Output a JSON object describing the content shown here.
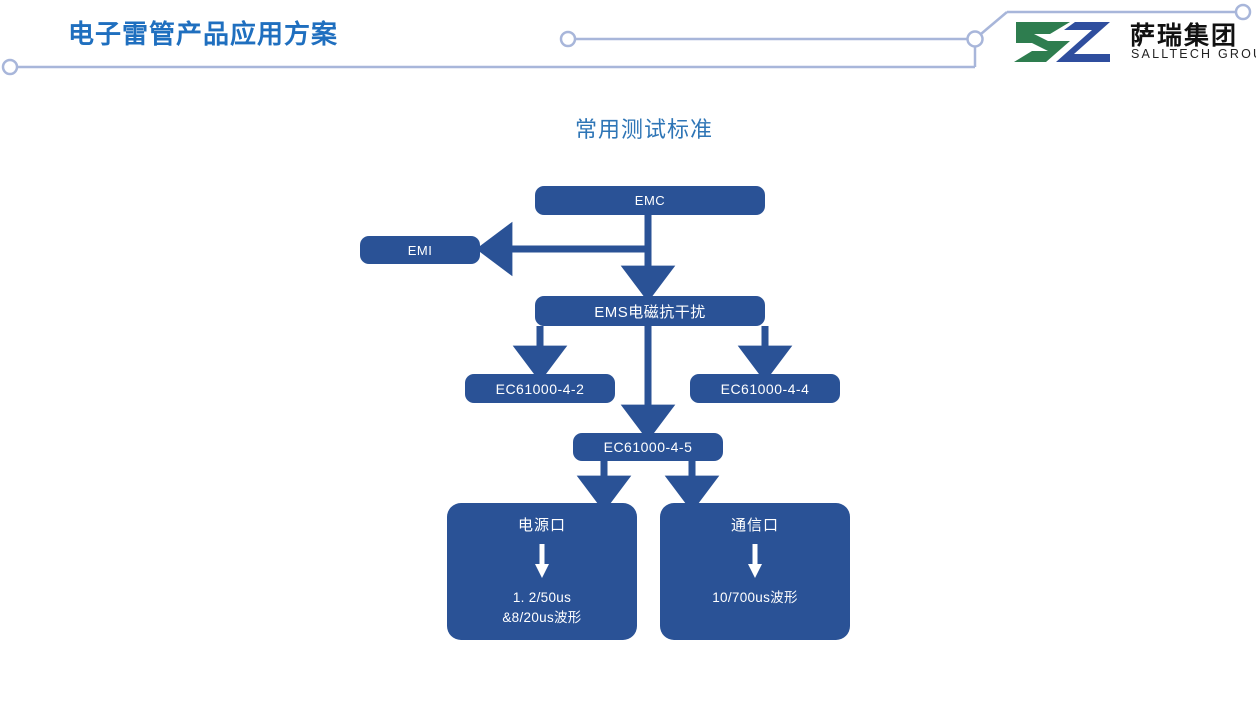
{
  "header": {
    "title": "电子雷管产品应用方案",
    "accent_color": "#1F6FBF",
    "deco_line_color": "#A8B6DA",
    "logo": {
      "name_cn": "萨瑞集团",
      "name_en": "SALLTECH GROUP",
      "mark_green": "#2E7D4F",
      "mark_blue": "#2F4E9E"
    }
  },
  "chart_data": {
    "type": "diagram",
    "title": "常用测试标准",
    "title_color": "#2E75B6",
    "node_color": "#2A5296",
    "node_text_color": "#FFFFFF",
    "arrow_color": "#2A5296",
    "nodes": [
      {
        "id": "emc",
        "label": "EMC"
      },
      {
        "id": "emi",
        "label": "EMI"
      },
      {
        "id": "ems",
        "label": "EMS电磁抗干扰"
      },
      {
        "id": "ec2",
        "label": "EC61000-4-2"
      },
      {
        "id": "ec4",
        "label": "EC61000-4-4"
      },
      {
        "id": "ec5",
        "label": "EC61000-4-5"
      },
      {
        "id": "power",
        "head": "电源口",
        "line1": "1. 2/50us",
        "line2": "&8/20us波形"
      },
      {
        "id": "comm",
        "head": "通信口",
        "line1": "10/700us波形",
        "line2": ""
      }
    ],
    "edges": [
      {
        "from": "emc",
        "to": "emi",
        "direction": "left"
      },
      {
        "from": "emc",
        "to": "ems",
        "direction": "down"
      },
      {
        "from": "ems",
        "to": "ec2",
        "direction": "down"
      },
      {
        "from": "ems",
        "to": "ec4",
        "direction": "down"
      },
      {
        "from": "ems",
        "to": "ec5",
        "direction": "down"
      },
      {
        "from": "ec5",
        "to": "power",
        "direction": "down"
      },
      {
        "from": "ec5",
        "to": "comm",
        "direction": "down"
      }
    ]
  }
}
